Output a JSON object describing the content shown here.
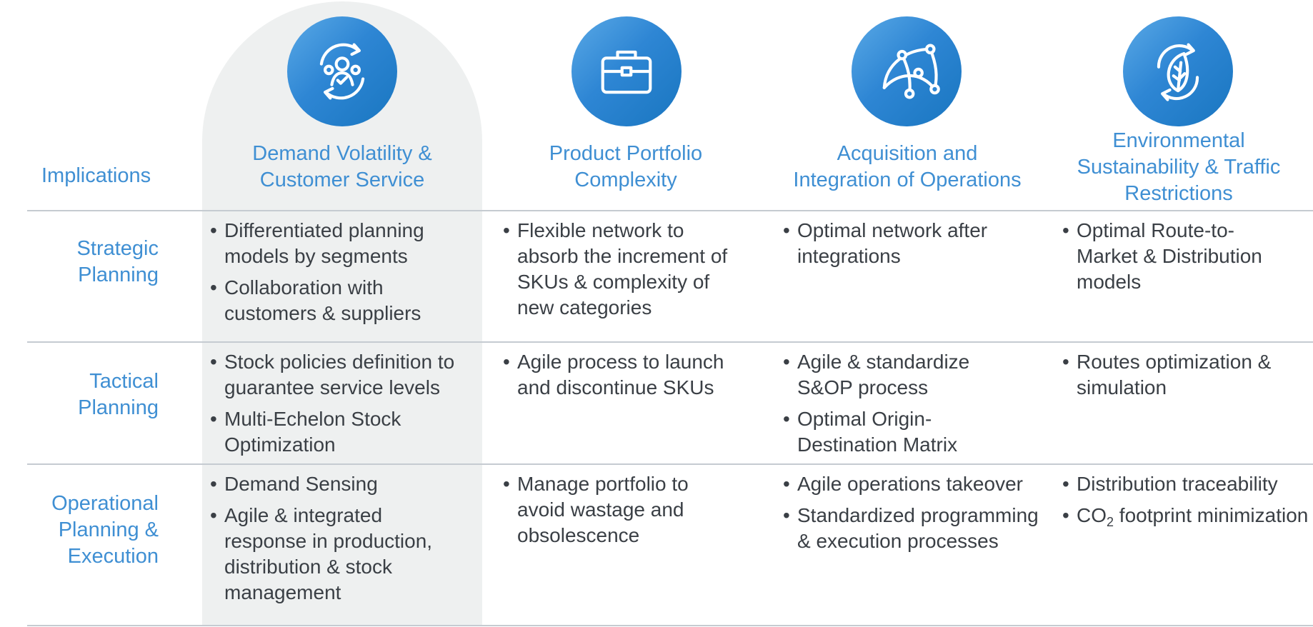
{
  "implications_label": "Implications",
  "columns": [
    {
      "icon": "customer-cycle-icon",
      "title_line1": "Demand Volatility &",
      "title_line2": "Customer Service"
    },
    {
      "icon": "briefcase-icon",
      "title_line1": "Product Portfolio",
      "title_line2": "Complexity"
    },
    {
      "icon": "network-globe-icon",
      "title_line1": "Acquisition and",
      "title_line2": "Integration of Operations"
    },
    {
      "icon": "leaf-cycle-icon",
      "title_line1": "Environmental",
      "title_line2": "Sustainability & Traffic",
      "title_line3": "Restrictions"
    }
  ],
  "rows": [
    {
      "label_line1": "Strategic",
      "label_line2": "Planning",
      "cells": [
        [
          "Differentiated planning models by segments",
          "Collaboration with customers & suppliers"
        ],
        [
          "Flexible network to absorb the increment of SKUs & complexity of new categories"
        ],
        [
          "Optimal network after integrations"
        ],
        [
          "Optimal Route-to-Market & Distribution models"
        ]
      ]
    },
    {
      "label_line1": "Tactical",
      "label_line2": "Planning",
      "cells": [
        [
          "Stock policies definition to guarantee service levels",
          "Multi-Echelon Stock Optimization"
        ],
        [
          "Agile process to launch and discontinue SKUs"
        ],
        [
          "Agile & standardize S&OP process",
          "Optimal Origin-Destination Matrix"
        ],
        [
          "Routes optimization & simulation"
        ]
      ]
    },
    {
      "label_line1": "Operational",
      "label_line2": "Planning &",
      "label_line3": "Execution",
      "cells": [
        [
          "Demand Sensing",
          "Agile & integrated response in production, distribution & stock management"
        ],
        [
          "Manage portfolio to avoid wastage and obsolescence"
        ],
        [
          "Agile operations takeover",
          "Standardized programming & execution processes"
        ],
        [
          "Distribution traceability"
        ]
      ],
      "co2_bullet": {
        "prefix": "CO",
        "subscript": "2",
        "suffix": " footprint minimization"
      }
    }
  ],
  "colors": {
    "accent": "#3f8fd3",
    "highlight": "#eef0f0",
    "rule": "#c5cbd1",
    "text": "#3a3f45"
  }
}
